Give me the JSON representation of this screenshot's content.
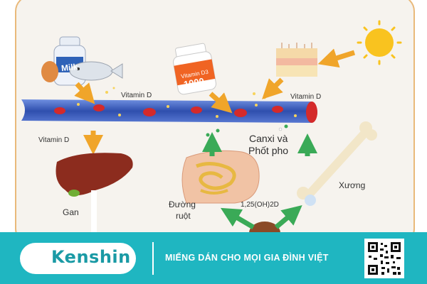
{
  "diagram": {
    "labels": {
      "milk": "Milk",
      "supplement_text": "Vitamin D3",
      "supplement_number": "1000",
      "vitamin_d_food": "Vitamin D",
      "vitamin_d_sun": "Vitamin D",
      "vitamin_d_liver": "Vitamin D",
      "calcium_line1": "Canxi và",
      "calcium_line2": "Phốt pho",
      "intestine_line1": "Đường",
      "intestine_line2": "ruột",
      "liver": "Gan",
      "bone": "Xương",
      "calcitriol": "1,25(OH)2D"
    },
    "colors": {
      "background": "#f6f3ee",
      "border": "#e9b97a",
      "blood_vessel": "#3d5db8",
      "red_blood_cell": "#d42a2a",
      "arrow_orange": "#f0a52a",
      "arrow_green": "#3aaa57",
      "liver": "#8c2c1e",
      "sun": "#f9c31f",
      "intestine": "#f1c3a5",
      "bone": "#f2e6c8"
    },
    "icons": [
      "milk-bottle-icon",
      "egg-icon",
      "fish-icon",
      "supplement-bottle-icon",
      "sun-icon",
      "skin-icon",
      "liver-icon",
      "intestine-icon",
      "bone-icon",
      "kidney-icon"
    ]
  },
  "footer": {
    "brand": "Kenshin",
    "slogan": "MIẾNG DÁN CHO MỌI GIA ĐÌNH VIỆT",
    "background": "#1fb6c1",
    "icons": [
      "qr-code-icon"
    ]
  }
}
